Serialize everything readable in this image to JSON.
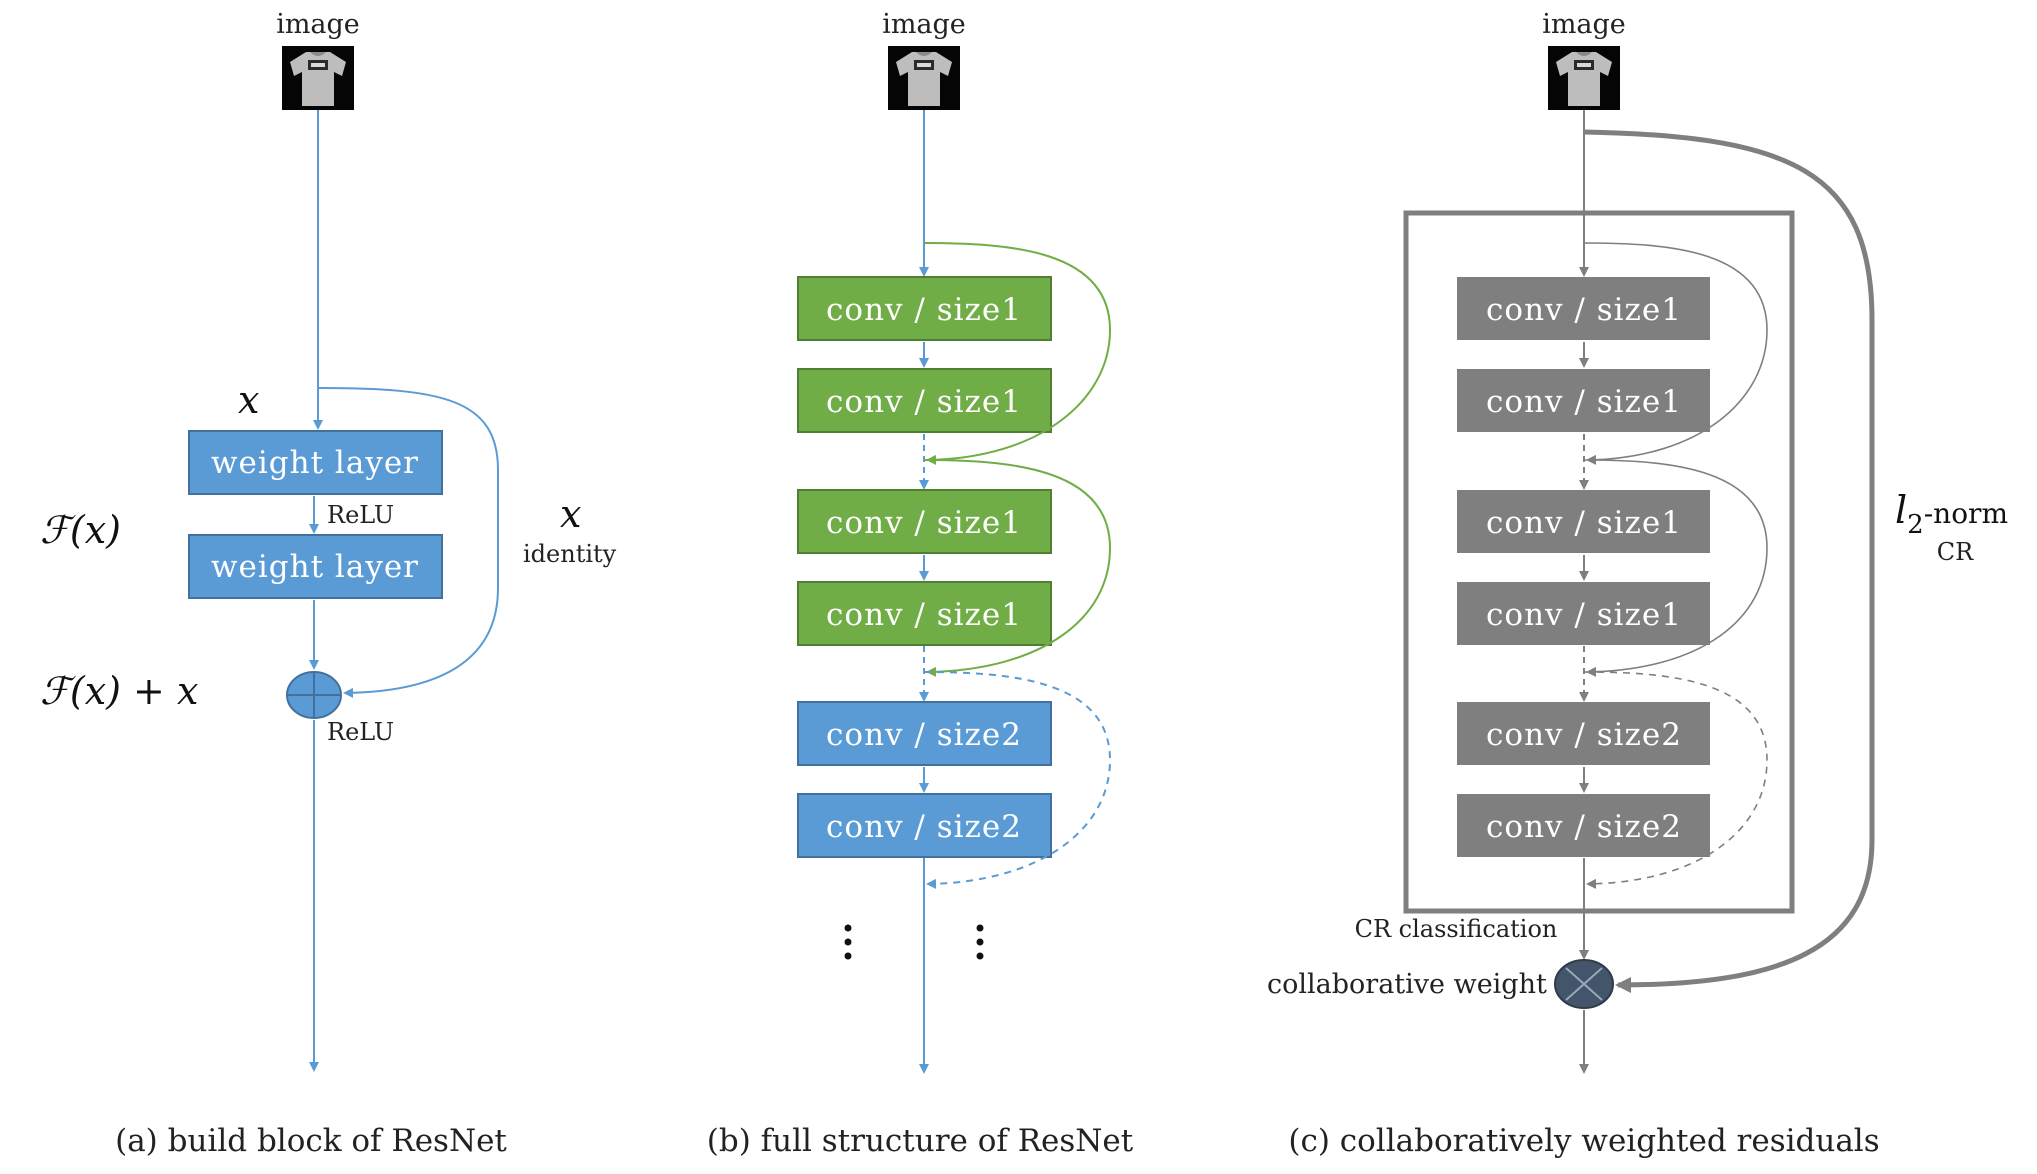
{
  "colors": {
    "blue": "#5b9bd5",
    "blue_border": "#41719c",
    "green": "#70ad47",
    "green_border": "#507e32",
    "gray": "#7f7f7f",
    "navy": "#44546a"
  },
  "panel_a": {
    "input_label": "image",
    "x_label": "x",
    "fx_label": "ℱ(x)",
    "fx_plus_x_label": "ℱ(x) + x",
    "layer_1": "weight layer",
    "layer_2": "weight layer",
    "relu_1": "ReLU",
    "relu_2": "ReLU",
    "shortcut_x": "x",
    "shortcut_label": "identity",
    "caption": "(a) build block of ResNet"
  },
  "panel_b": {
    "input_label": "image",
    "blocks": [
      "conv / size1",
      "conv / size1",
      "conv / size1",
      "conv / size1",
      "conv / size2",
      "conv / size2"
    ],
    "caption": "(b) full structure of ResNet"
  },
  "panel_c": {
    "input_label": "image",
    "blocks": [
      "conv / size1",
      "conv / size1",
      "conv / size1",
      "conv / size1",
      "conv / size2",
      "conv / size2"
    ],
    "cr_classification": "CR classification",
    "collab_weight": "collaborative weight",
    "norm_l": "l",
    "norm_sub": "2",
    "norm_suffix": "-norm",
    "norm_cr": "CR",
    "caption": "(c) collaboratively weighted residuals"
  }
}
